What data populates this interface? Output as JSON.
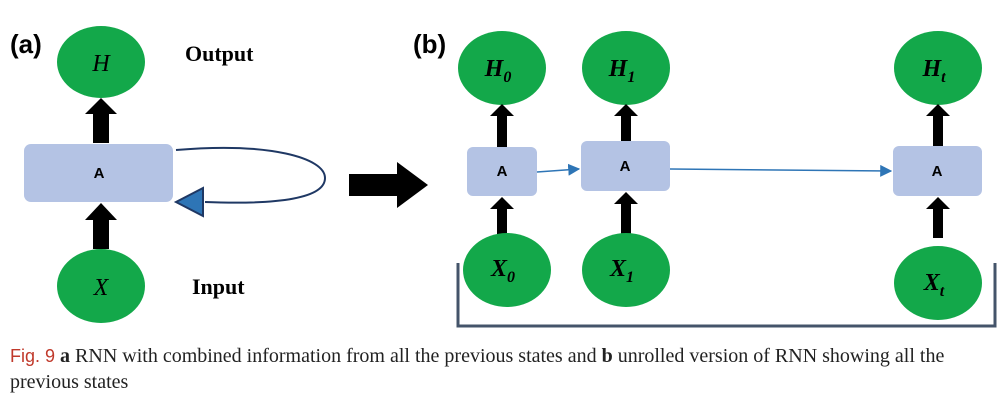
{
  "panel_a": {
    "label": "(a)",
    "output_label": "Output",
    "input_label": "Input",
    "output_node": "H",
    "input_node": "X",
    "cell": "A"
  },
  "panel_b": {
    "label": "(b)",
    "cell": "A",
    "columns": [
      {
        "h": "H",
        "h_sub": "0",
        "x": "X",
        "x_sub": "0"
      },
      {
        "h": "H",
        "h_sub": "1",
        "x": "X",
        "x_sub": "1"
      },
      {
        "h": "H",
        "h_sub": "t",
        "x": "X",
        "x_sub": "t"
      }
    ]
  },
  "caption": {
    "fig_label": "Fig. 9",
    "a": "a",
    "text1": " RNN with combined information from all the previous states and ",
    "b": "b",
    "text2": " unrolled version of RNN showing all the previous states"
  },
  "colors": {
    "node_green": "#13a84a",
    "cell_blue": "#b4c3e4",
    "loop_navy": "#1f3864",
    "arrow_blue": "#2e75b6",
    "bracket": "#44546a"
  }
}
